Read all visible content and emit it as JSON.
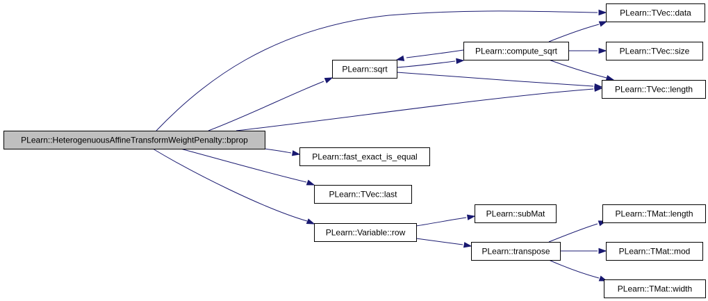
{
  "graph": {
    "nodes": [
      {
        "id": "bprop",
        "label": "PLearn::HeterogenuousAffineTransformWeightPenalty::bprop"
      },
      {
        "id": "sqrt",
        "label": "PLearn::sqrt"
      },
      {
        "id": "compute_sqrt",
        "label": "PLearn::compute_sqrt"
      },
      {
        "id": "tvec_data",
        "label": "PLearn::TVec::data"
      },
      {
        "id": "tvec_size",
        "label": "PLearn::TVec::size"
      },
      {
        "id": "tvec_length",
        "label": "PLearn::TVec::length"
      },
      {
        "id": "fast_exact",
        "label": "PLearn::fast_exact_is_equal"
      },
      {
        "id": "tvec_last",
        "label": "PLearn::TVec::last"
      },
      {
        "id": "variable_row",
        "label": "PLearn::Variable::row"
      },
      {
        "id": "submat",
        "label": "PLearn::subMat"
      },
      {
        "id": "transpose",
        "label": "PLearn::transpose"
      },
      {
        "id": "tmat_length",
        "label": "PLearn::TMat::length"
      },
      {
        "id": "tmat_mod",
        "label": "PLearn::TMat::mod"
      },
      {
        "id": "tmat_width",
        "label": "PLearn::TMat::width"
      }
    ],
    "edges": [
      {
        "from": "bprop",
        "to": "tvec_data"
      },
      {
        "from": "bprop",
        "to": "sqrt"
      },
      {
        "from": "bprop",
        "to": "tvec_length"
      },
      {
        "from": "bprop",
        "to": "fast_exact"
      },
      {
        "from": "bprop",
        "to": "tvec_last"
      },
      {
        "from": "bprop",
        "to": "variable_row"
      },
      {
        "from": "sqrt",
        "to": "compute_sqrt"
      },
      {
        "from": "sqrt",
        "to": "tvec_length"
      },
      {
        "from": "compute_sqrt",
        "to": "sqrt"
      },
      {
        "from": "compute_sqrt",
        "to": "tvec_data"
      },
      {
        "from": "compute_sqrt",
        "to": "tvec_size"
      },
      {
        "from": "compute_sqrt",
        "to": "tvec_length"
      },
      {
        "from": "variable_row",
        "to": "submat"
      },
      {
        "from": "variable_row",
        "to": "transpose"
      },
      {
        "from": "transpose",
        "to": "tmat_length"
      },
      {
        "from": "transpose",
        "to": "tmat_mod"
      },
      {
        "from": "transpose",
        "to": "tmat_width"
      }
    ]
  },
  "colors": {
    "edge": "#191970",
    "root_fill": "#bfbfbf",
    "node_fill": "#ffffff",
    "border": "#000000"
  }
}
